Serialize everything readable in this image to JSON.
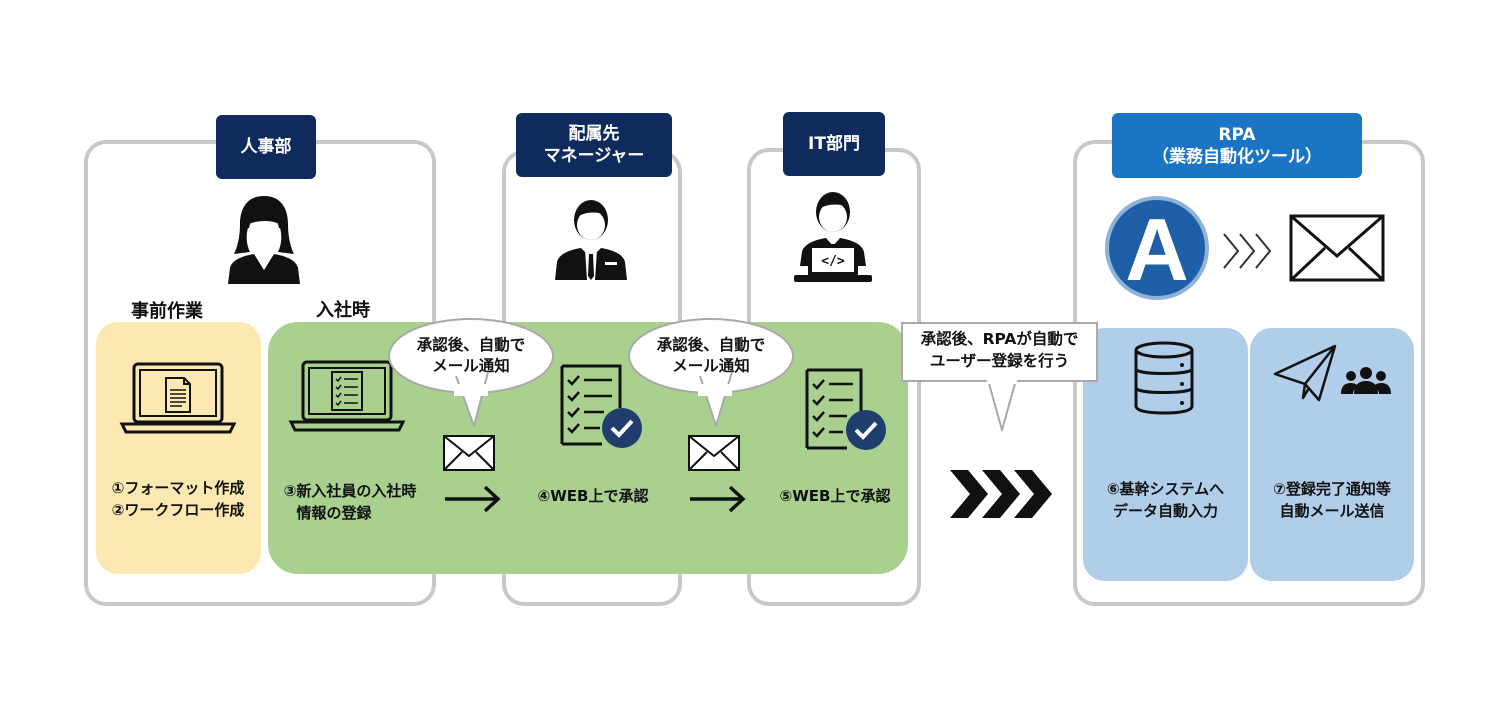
{
  "departments": {
    "hr": "人事部",
    "manager_line1": "配属先",
    "manager_line2": "マネージャー",
    "it": "IT部門",
    "rpa_line1": "RPA",
    "rpa_line2": "（業務自動化ツール）"
  },
  "phases": {
    "pre": "事前作業",
    "join": "入社時"
  },
  "steps": {
    "s1": "①フォーマット作成",
    "s2": "②ワークフロー作成",
    "s3_line1": "③新入社員の入社時",
    "s3_line2": "情報の登録",
    "s4": "④WEB上で承認",
    "s5": "⑤WEB上で承認",
    "s6_line1": "⑥基幹システムへ",
    "s6_line2": "データ自動入力",
    "s7_line1": "⑦登録完了通知等",
    "s7_line2": "自動メール送信"
  },
  "bubbles": {
    "b1_line1": "承認後、自動で",
    "b1_line2": "メール通知",
    "b2_line1": "承認後、自動で",
    "b2_line2": "メール通知",
    "b3_line1": "承認後、RPAが自動で",
    "b3_line2": "ユーザー登録を行う"
  },
  "rpa_logo_letter": "A",
  "colors": {
    "navy": "#0f2a5c",
    "rpa_blue": "#1c74c4",
    "pre_zone": "#fce9b2",
    "green_zone": "#a9d08e",
    "blue_zone": "#b0cde9",
    "frame": "#c8c8c8"
  },
  "icons": [
    "woman-icon",
    "businessman-icon",
    "programmer-icon",
    "laptop-document-icon",
    "laptop-checklist-icon",
    "envelope-icon",
    "checklist-approved-icon",
    "rpa-logo-icon",
    "chevrons-icon",
    "database-icon",
    "paper-plane-icon",
    "group-icon"
  ]
}
